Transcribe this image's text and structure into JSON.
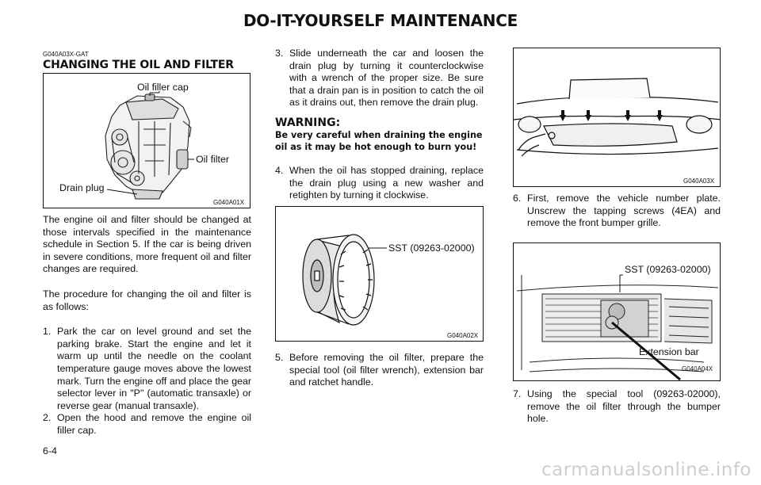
{
  "header": {
    "title": "DO-IT-YOURSELF MAINTENANCE"
  },
  "page": {
    "number": "6-4"
  },
  "watermark": "carmanualsonline.info",
  "column1": {
    "code": "G040A03X-GAT",
    "section_title": "CHANGING THE OIL AND FILTER",
    "figure": {
      "code": "G040A01X",
      "labels": {
        "cap": "Oil filler cap",
        "filter": "Oil filter",
        "drain": "Drain plug"
      }
    },
    "intro": "The engine oil and filter should be changed at those intervals specified in the maintenance schedule in Section 5. If the car is being driven in severe conditions, more frequent oil and filter changes are required.",
    "procedure": "The procedure for changing the oil and filter is as follows:",
    "steps": [
      {
        "num": "1.",
        "text": "Park the car on level ground and set the parking brake. Start the engine and let it warm up until the needle on the coolant temperature gauge moves above the lowest mark. Turn the engine off and place the gear selector lever in \"P\" (automatic transaxle) or reverse gear (manual transaxle)."
      },
      {
        "num": "2.",
        "text": "Open the hood and remove the engine oil filler cap."
      }
    ]
  },
  "column2": {
    "step3": {
      "num": "3.",
      "text": "Slide underneath the car and loosen the drain plug by turning it counterclockwise with a wrench of the proper size. Be sure that a drain pan is in position to catch the oil as it drains out, then remove the drain plug."
    },
    "warning": {
      "title": "WARNING:",
      "text": "Be very careful when draining the engine oil as it may be hot enough to burn you!"
    },
    "step4": {
      "num": "4.",
      "text": "When the oil has stopped draining, replace the drain plug using a new washer and retighten by turning it clockwise."
    },
    "figure": {
      "code": "G040A02X",
      "label": "SST (09263-02000)"
    },
    "step5": {
      "num": "5.",
      "text": "Before removing the oil filter, prepare the special tool (oil filter wrench), extension bar and ratchet handle."
    }
  },
  "column3": {
    "figure1": {
      "code": "G040A03X"
    },
    "step6": {
      "num": "6.",
      "text": "First, remove the vehicle number plate. Unscrew the tapping screws (4EA) and remove the front bumper grille."
    },
    "figure2": {
      "code": "G040A04X",
      "labels": {
        "sst": "SST (09263-02000)",
        "bar": "Extension bar"
      }
    },
    "step7": {
      "num": "7.",
      "text": "Using the special tool (09263-02000), remove the oil filter through the bumper hole."
    }
  }
}
